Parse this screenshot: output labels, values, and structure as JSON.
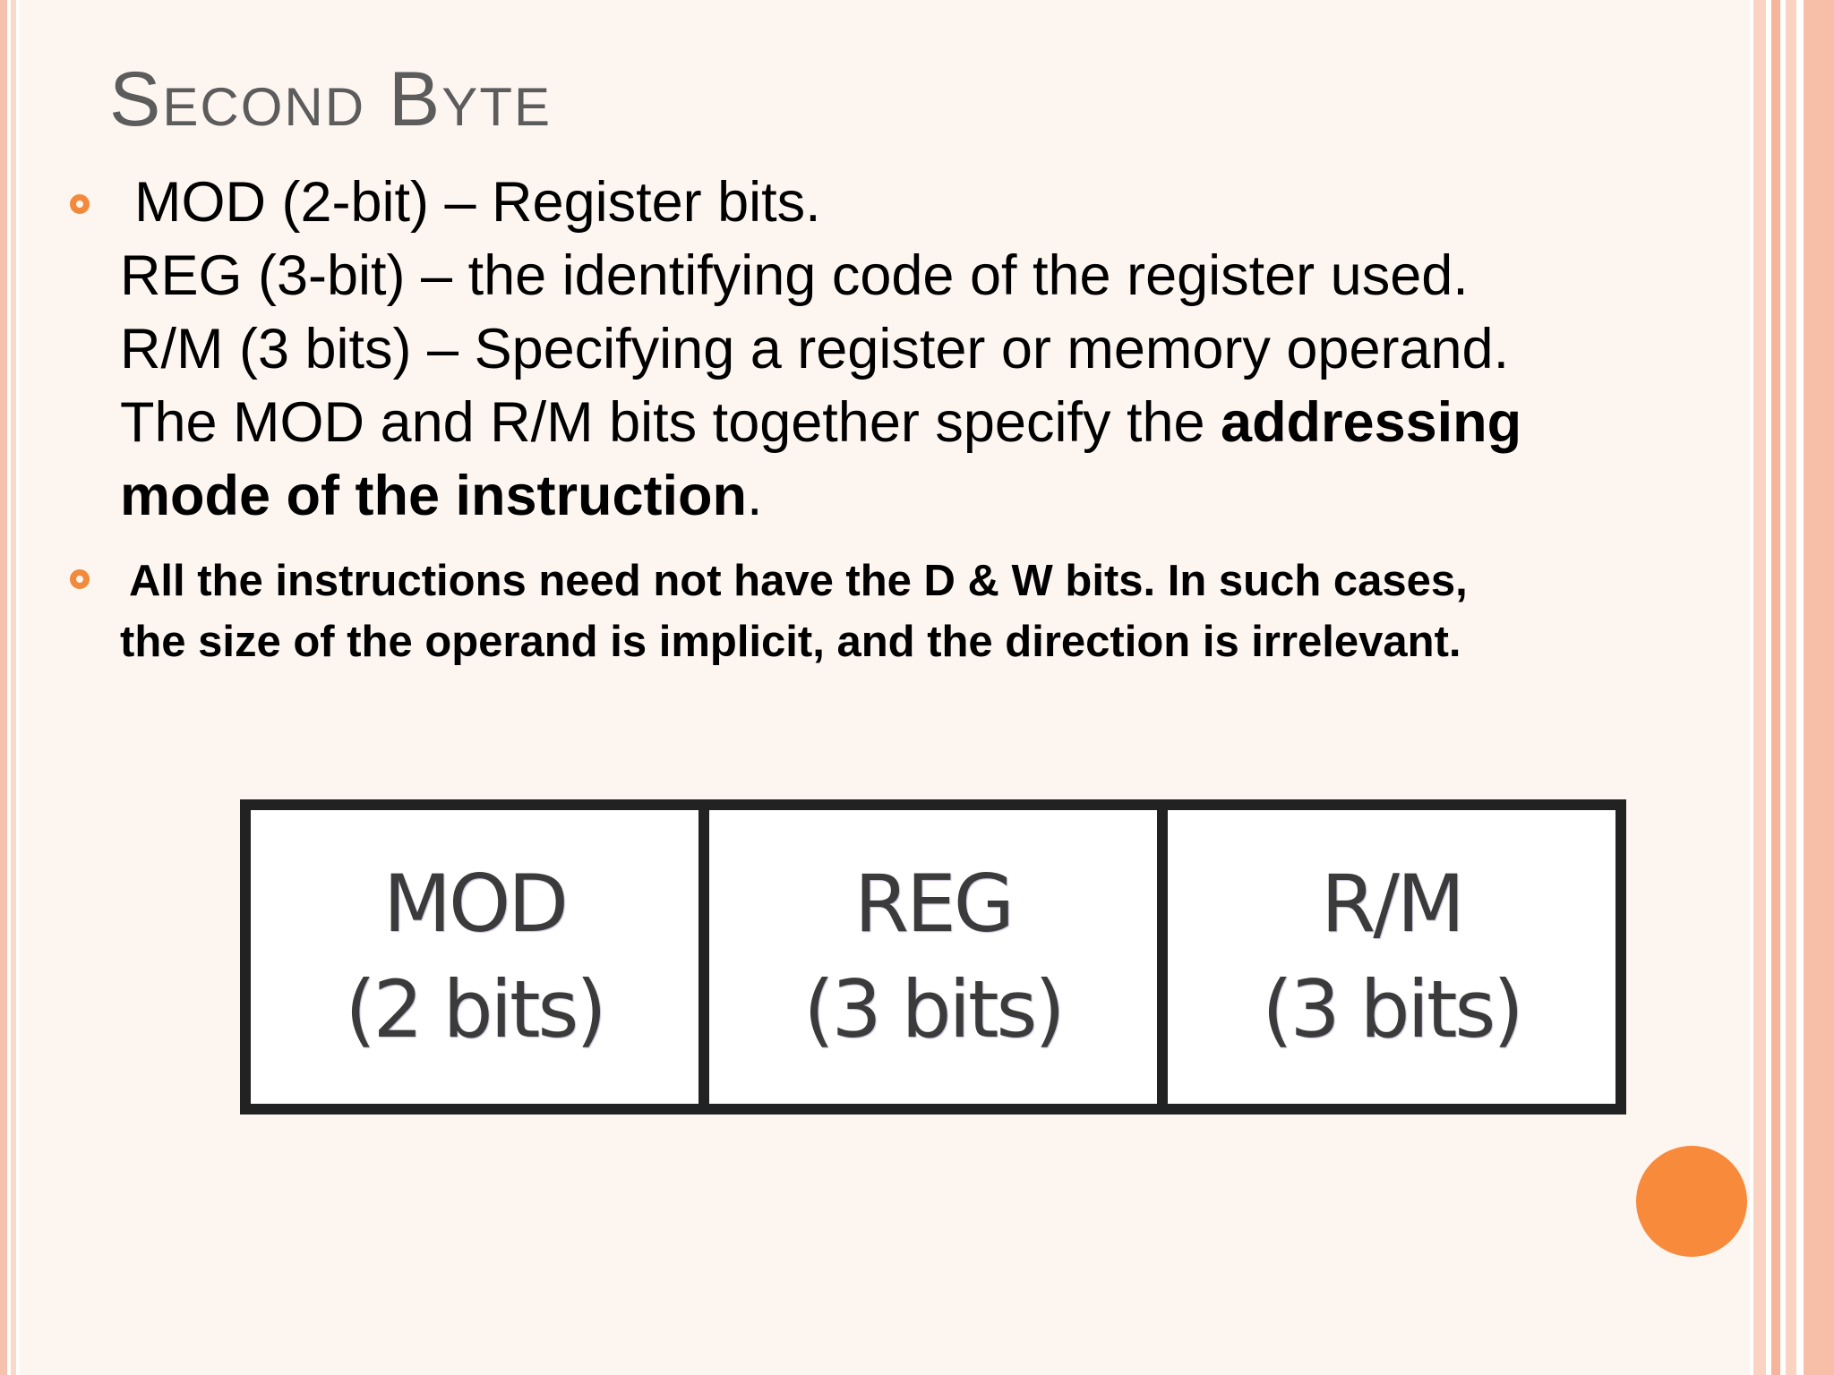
{
  "slide": {
    "title": "Second Byte",
    "bullets": [
      {
        "lines": [
          "MOD (2-bit) – Register bits.",
          "REG (3-bit) – the identifying code of the register used.",
          "R/M (3 bits) – Specifying a register or memory operand."
        ],
        "last_line_start": "The MOD and R/M bits together specify the ",
        "last_line_bold": "addressing",
        "final_line_bold": "mode of the instruction",
        "final_line_end": "."
      },
      {
        "lines": [
          "All the instructions need not have the D & W bits. In such cases,",
          "the size of the operand is implicit, and the direction is irrelevant."
        ]
      }
    ],
    "bit_field": [
      {
        "name": "MOD",
        "size": "(2 bits)"
      },
      {
        "name": "REG",
        "size": "(3 bits)"
      },
      {
        "name": "R/M",
        "size": "(3 bits)"
      }
    ],
    "colors": {
      "bullet_accent": "#f28a3c",
      "circle_accent": "#f88a3c",
      "title": "#5c5c5c"
    }
  }
}
